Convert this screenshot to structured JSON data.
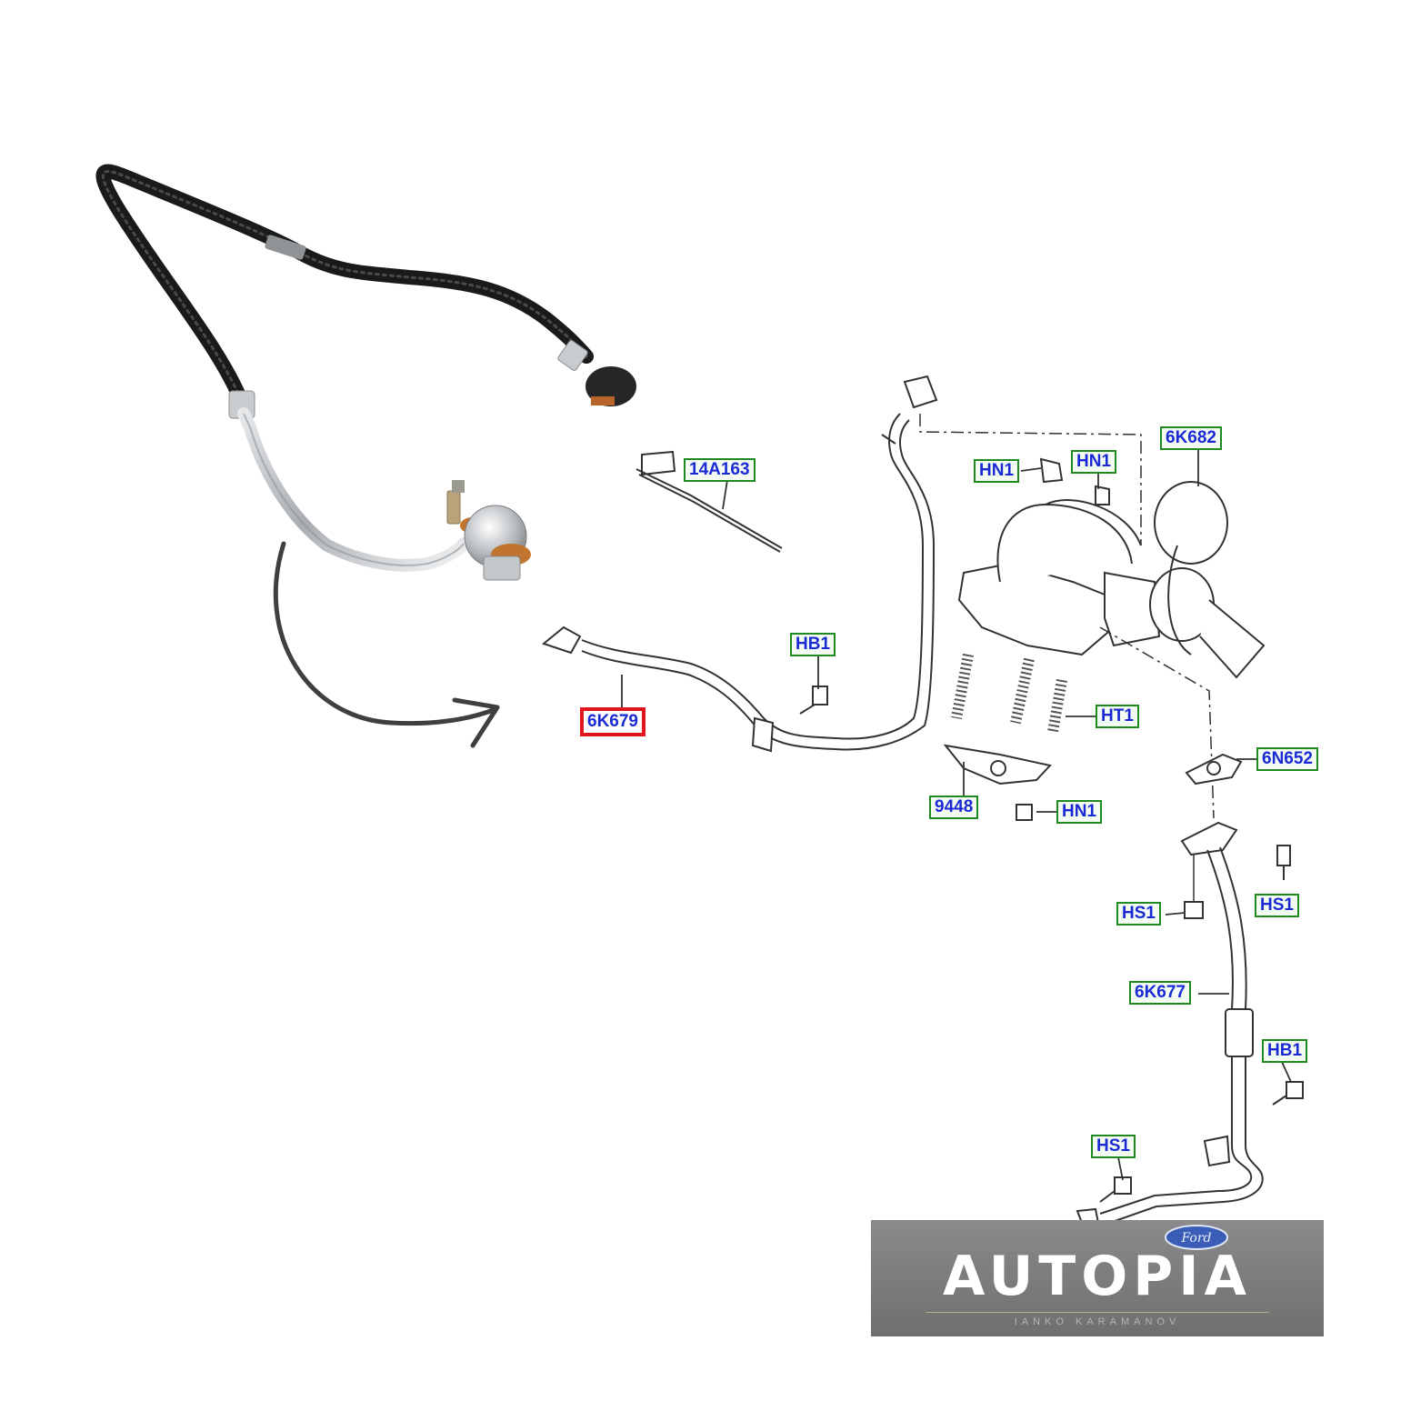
{
  "callouts": {
    "c_14a163": "14A163",
    "c_6k682": "6K682",
    "c_hn1_a": "HN1",
    "c_hn1_b": "HN1",
    "c_hb1_a": "HB1",
    "c_6k679": "6K679",
    "c_ht1": "HT1",
    "c_6n652": "6N652",
    "c_9448": "9448",
    "c_hn1_c": "HN1",
    "c_hs1_a": "HS1",
    "c_hs1_b": "HS1",
    "c_6k677": "6K677",
    "c_hb1_b": "HB1",
    "c_hs1_c": "HS1"
  },
  "logo": {
    "word": "AUTOPIA",
    "sub": "IANKO KARAMANOV",
    "brand_badge": "Ford"
  },
  "colors": {
    "label_text": "#1a2bd6",
    "label_border": "#1f8a1f",
    "highlight_border": "#e0161e",
    "arrow": "#3f3f3f"
  },
  "icons": [
    "curved-arrow-icon",
    "ford-oval-icon"
  ]
}
